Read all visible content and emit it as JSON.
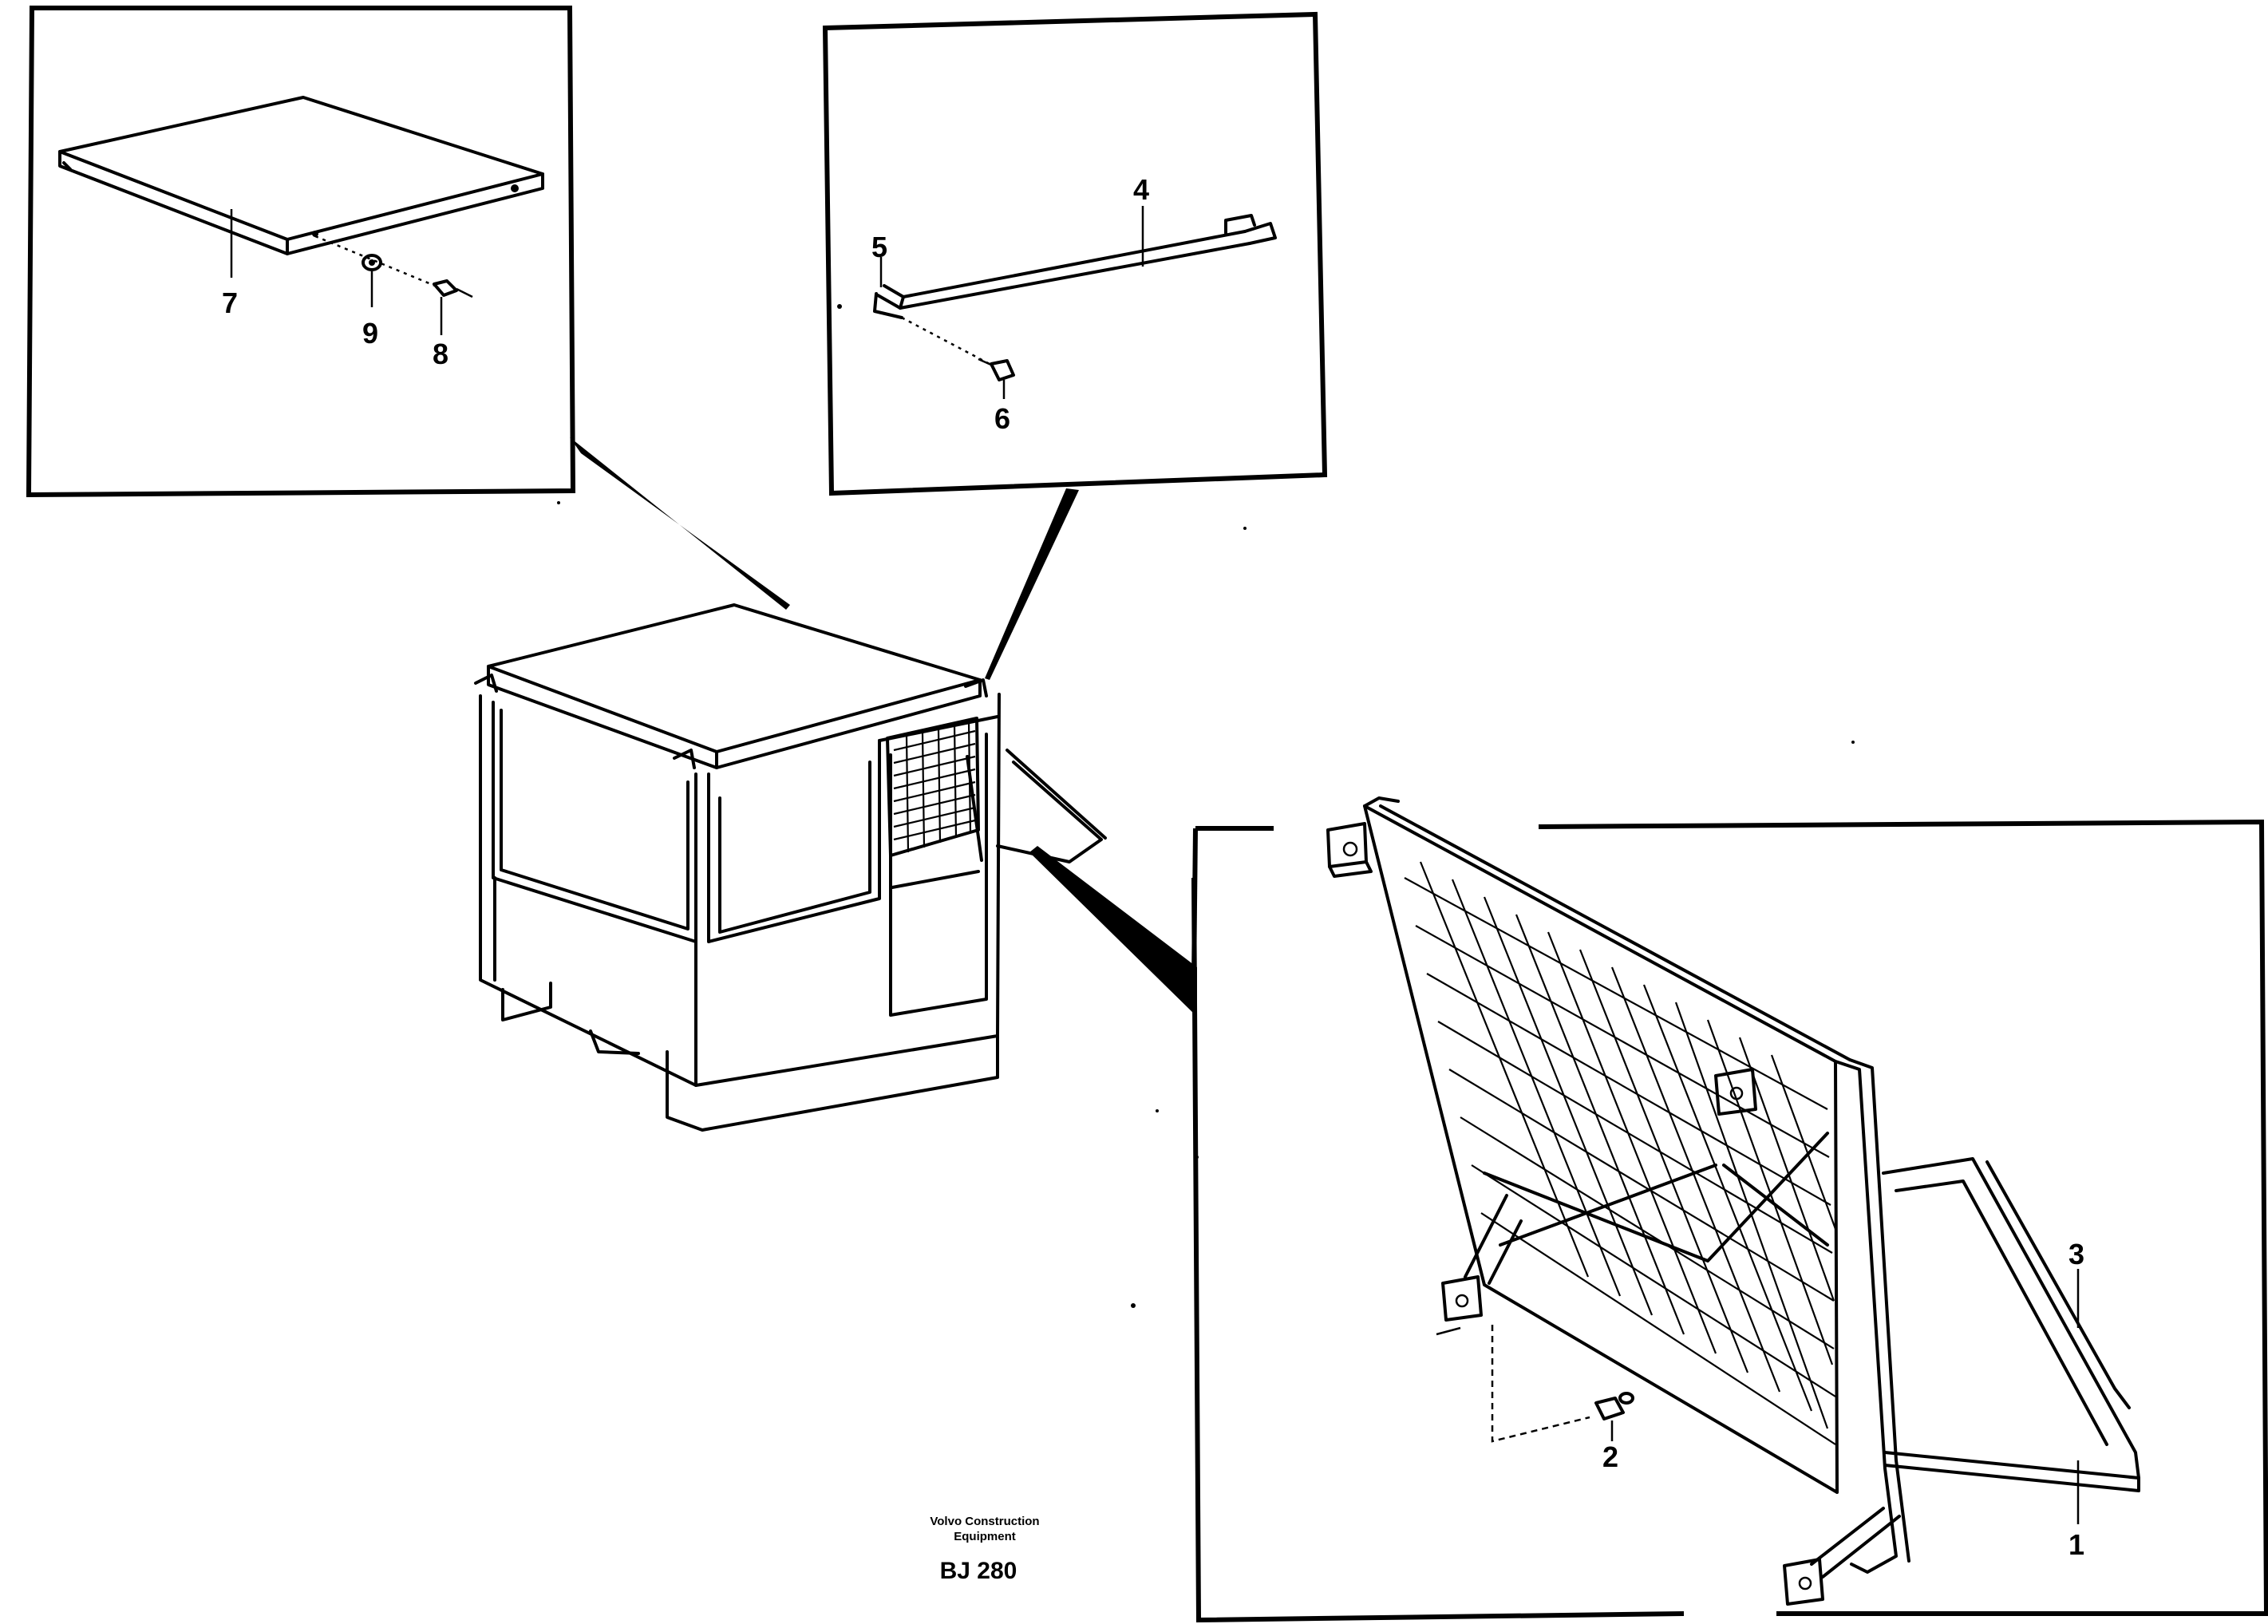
{
  "callouts": {
    "c1": "1",
    "c2": "2",
    "c3": "3",
    "c4": "4",
    "c5": "5",
    "c6": "6",
    "c7": "7",
    "c8": "8",
    "c9": "9"
  },
  "caption": {
    "line1": "Volvo Construction",
    "line2": "Equipment",
    "ref": "BJ 280"
  }
}
